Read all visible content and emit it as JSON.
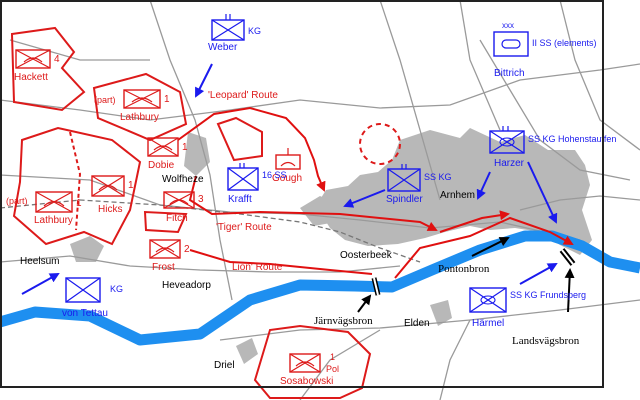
{
  "colors": {
    "allied": "#dd1a1a",
    "german": "#1a1aee",
    "river": "#1e8ff0",
    "town": "#b8b8b8",
    "road": "#9a9a9a",
    "border": "#222222"
  },
  "allied_units": [
    {
      "id": "hackett",
      "name": "Hackett",
      "number": "4"
    },
    {
      "id": "lathbury-north",
      "name": "Lathbury",
      "number": "1",
      "prefix": "(part)"
    },
    {
      "id": "dobie",
      "name": "Dobie",
      "number": "1"
    },
    {
      "id": "gough",
      "name": "Gough",
      "number": ""
    },
    {
      "id": "lathbury-west",
      "name": "Lathbury",
      "number": "1",
      "prefix": "(part)"
    },
    {
      "id": "hicks",
      "name": "Hicks",
      "number": "1"
    },
    {
      "id": "fitch",
      "name": "Fitch",
      "number": "3"
    },
    {
      "id": "frost",
      "name": "Frost",
      "number": "2"
    },
    {
      "id": "sosabowski",
      "name": "Sosabowski",
      "number": "1",
      "suffix": "Pol"
    }
  ],
  "german_units": [
    {
      "id": "weber",
      "name": "Weber",
      "tag": "KG"
    },
    {
      "id": "bittrich",
      "name": "Bittrich",
      "tag": "II SS (elements)"
    },
    {
      "id": "harzer",
      "name": "Harzer",
      "tag": "SS KG Hohenstauffen"
    },
    {
      "id": "krafft",
      "name": "Krafft",
      "tag": "16 SS"
    },
    {
      "id": "spindler",
      "name": "Spindler",
      "tag": "SS KG"
    },
    {
      "id": "vontettau",
      "name": "von Tettau",
      "tag": "KG"
    },
    {
      "id": "harmel",
      "name": "Härmel",
      "tag": "SS KG Frundsperg"
    }
  ],
  "routes": {
    "leopard": "'Leopard' Route",
    "tiger": "'Tiger' Route",
    "lion": "Lion' Route"
  },
  "places": {
    "heelsum": "Heelsum",
    "heveadorp": "Heveadorp",
    "oosterbeek": "Oosterbeek",
    "wolfheze": "Wolfheze",
    "arnhem": "Arnhem",
    "elden": "Elden",
    "driel": "Driel"
  },
  "bridges": {
    "pontonbron": "Pontonbron",
    "jarnvagsbron": "Järnvägsbron",
    "landsvagsbron": "Landsvägsbron"
  }
}
